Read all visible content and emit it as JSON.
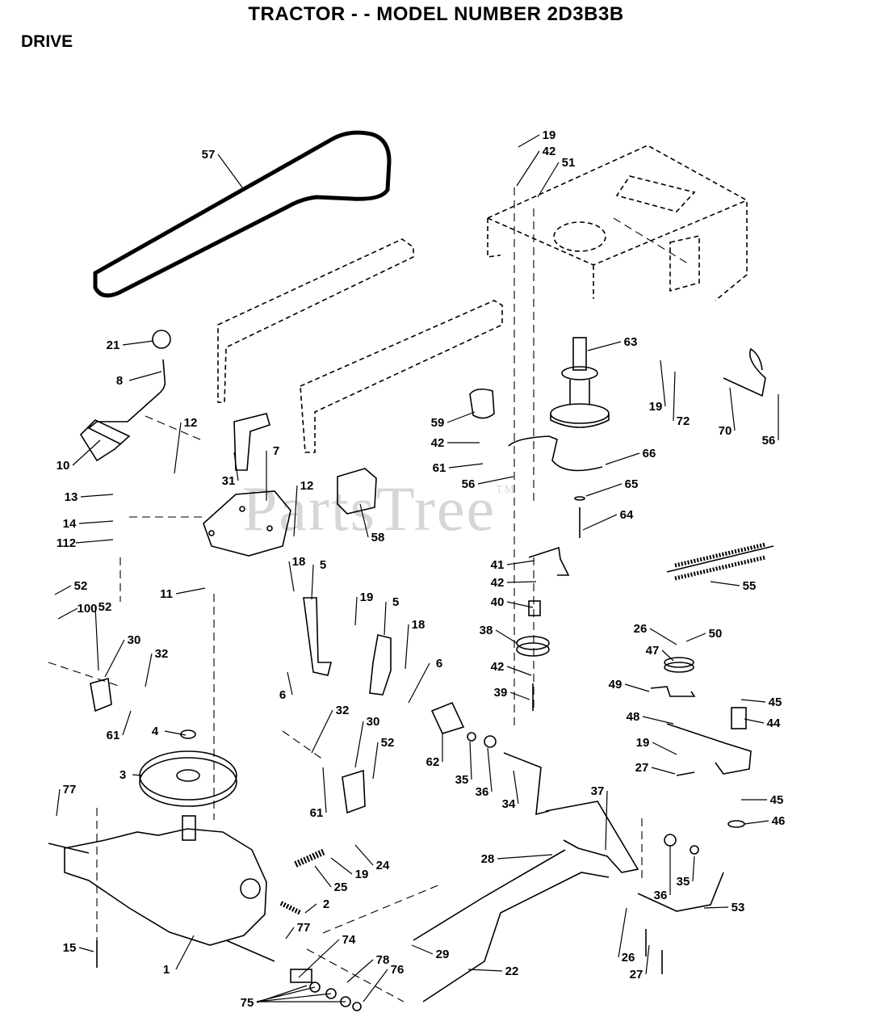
{
  "title": "TRACTOR - - MODEL NUMBER 2D3B3B",
  "section": "DRIVE",
  "watermark": "PartsTree",
  "watermark_mark": "TM",
  "callouts": [
    "57",
    "19",
    "42",
    "51",
    "21",
    "8",
    "63",
    "19",
    "72",
    "70",
    "56",
    "10",
    "12",
    "31",
    "7",
    "59",
    "42",
    "61",
    "56",
    "66",
    "65",
    "13",
    "12",
    "14",
    "112",
    "58",
    "64",
    "11",
    "52",
    "100",
    "18",
    "5",
    "19",
    "41",
    "42",
    "40",
    "55",
    "52",
    "30",
    "32",
    "5",
    "18",
    "38",
    "26",
    "50",
    "6",
    "6",
    "47",
    "42",
    "39",
    "49",
    "45",
    "61",
    "32",
    "30",
    "4",
    "52",
    "62",
    "35",
    "36",
    "48",
    "44",
    "19",
    "27",
    "3",
    "61",
    "34",
    "37",
    "45",
    "46",
    "77",
    "24",
    "19",
    "28",
    "36",
    "35",
    "25",
    "2",
    "53",
    "77",
    "74",
    "29",
    "26",
    "78",
    "15",
    "1",
    "76",
    "22",
    "27",
    "75"
  ]
}
